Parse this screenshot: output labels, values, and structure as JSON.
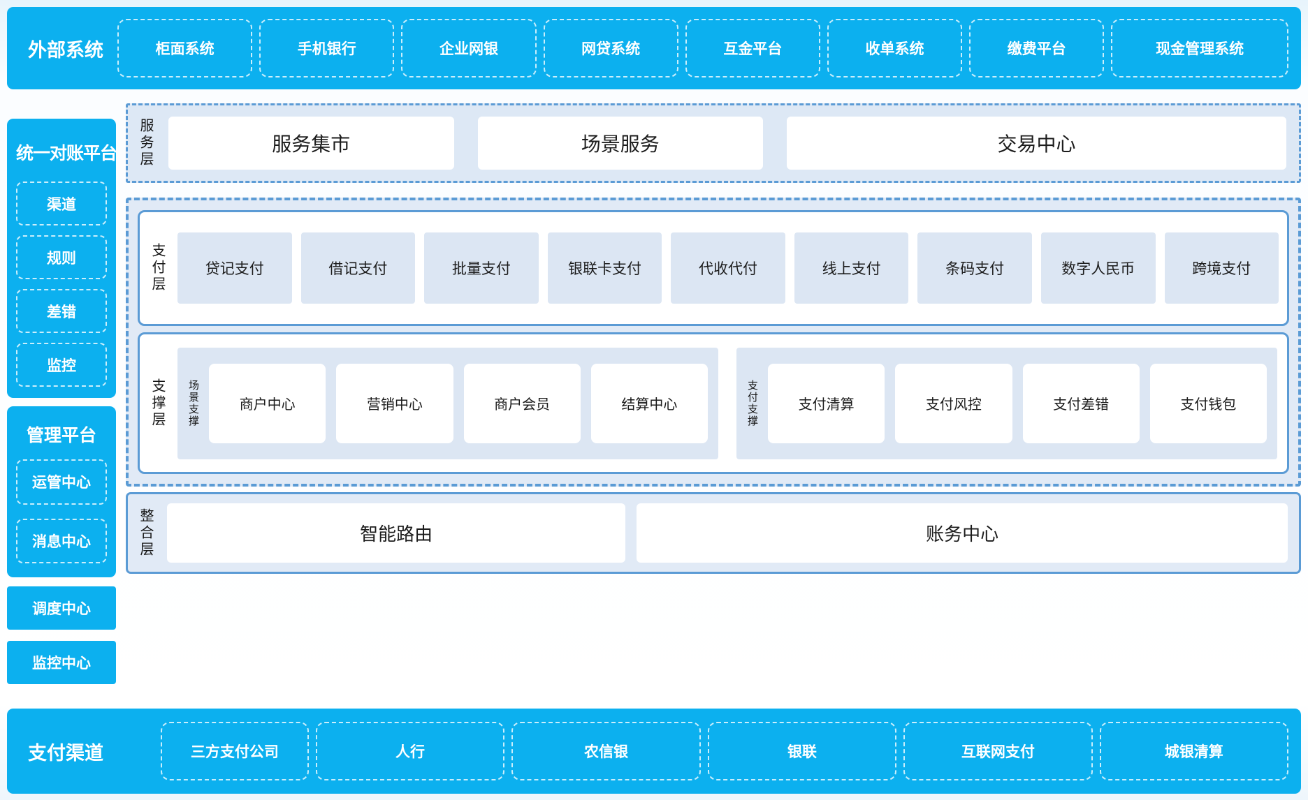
{
  "colors": {
    "cyan_accent": "#0cb0ef",
    "panel_border_blue": "#5b9bd5",
    "panel_bg_light": "#e1eaf6",
    "tile_bg_light": "#dce6f3",
    "dark_text": "#1c1c1c",
    "white_text": "#ffffff"
  },
  "external_systems": {
    "title": "外部系统",
    "items": [
      "柜面系统",
      "手机银行",
      "企业网银",
      "网贷系统",
      "互金平台",
      "收单系统",
      "缴费平台",
      "现金管理系统"
    ]
  },
  "sidebar": {
    "reconciliation": {
      "title": "统一对账平台",
      "items": [
        "渠道",
        "规则",
        "差错",
        "监控"
      ]
    },
    "management": {
      "title": "管理平台",
      "items": [
        "运管中心",
        "消息中心"
      ]
    },
    "solo": [
      "调度中心",
      "监控中心"
    ]
  },
  "service_layer": {
    "label": "服务层",
    "items": [
      "服务集市",
      "场景服务",
      "交易中心"
    ]
  },
  "payment_layer": {
    "label": "支付层",
    "items": [
      "贷记支付",
      "借记支付",
      "批量支付",
      "银联卡支付",
      "代收代付",
      "线上支付",
      "条码支付",
      "数字人民币",
      "跨境支付"
    ]
  },
  "support_layer": {
    "label": "支撑层",
    "groups": [
      {
        "label": "场景支撑",
        "items": [
          "商户中心",
          "营销中心",
          "商户会员",
          "结算中心"
        ]
      },
      {
        "label": "支付支撑",
        "items": [
          "支付清算",
          "支付风控",
          "支付差错",
          "支付钱包"
        ]
      }
    ]
  },
  "integration_layer": {
    "label": "整合层",
    "items": [
      "智能路由",
      "账务中心"
    ]
  },
  "payment_channels": {
    "title": "支付渠道",
    "items": [
      "三方支付公司",
      "人行",
      "农信银",
      "银联",
      "互联网支付",
      "城银清算"
    ]
  }
}
